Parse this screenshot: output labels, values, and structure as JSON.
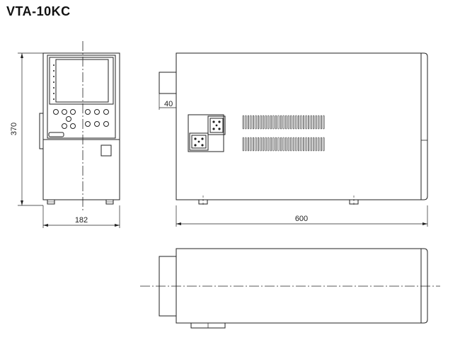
{
  "title": "VTA-10KC",
  "dimensions": {
    "height": "370",
    "front_width": "182",
    "length": "600",
    "connector_depth": "40"
  },
  "colors": {
    "line": "#222222",
    "background": "#ffffff"
  }
}
